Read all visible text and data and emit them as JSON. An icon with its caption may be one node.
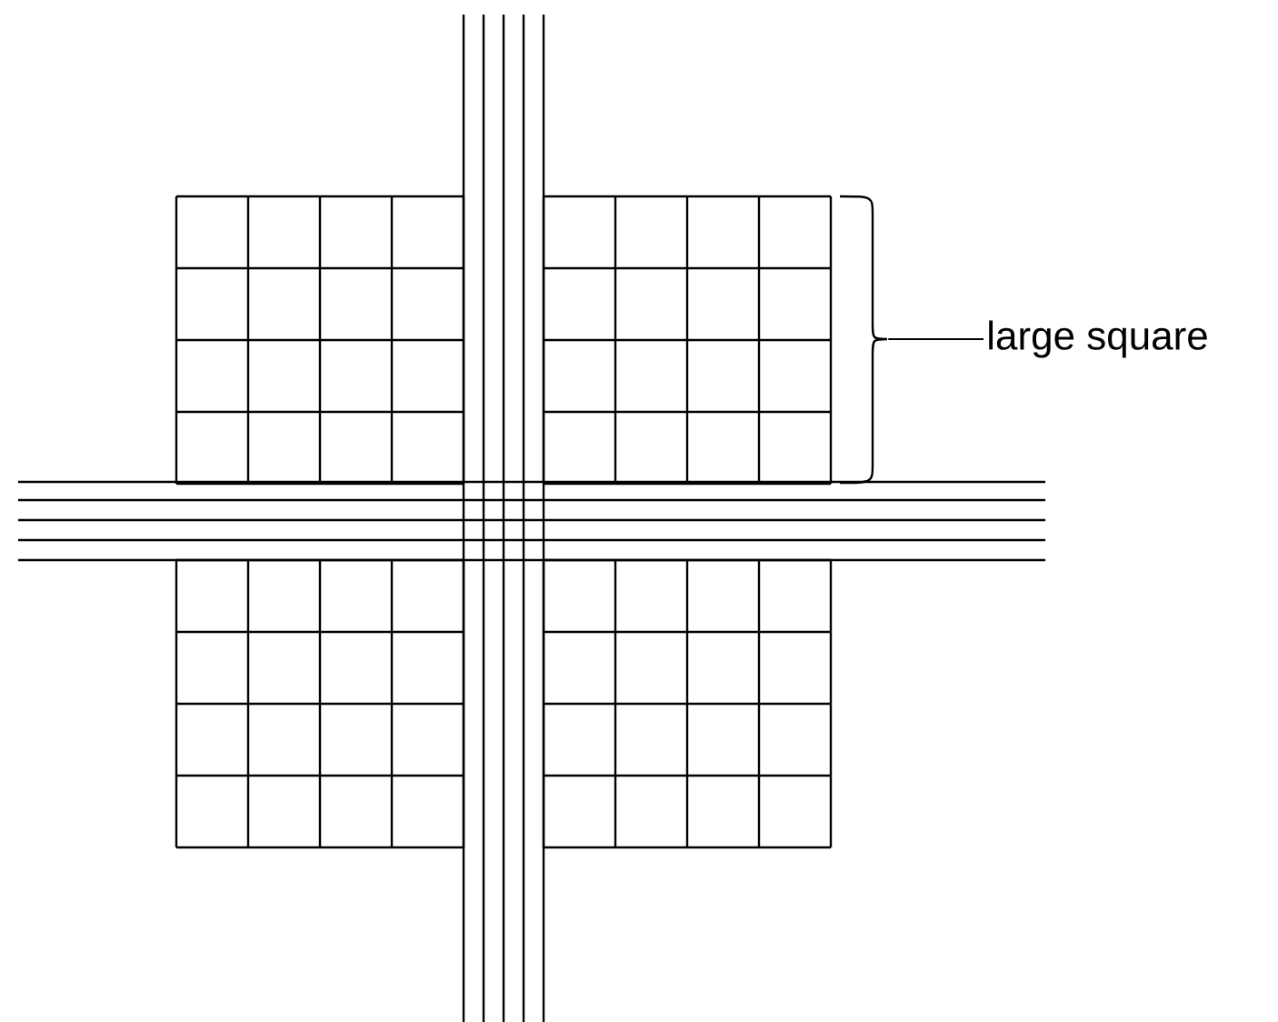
{
  "diagram": {
    "nodes": [
      {
        "text": [
          "large square"
        ]
      },
      {
        "text": [],
        "shape": "bracket"
      }
    ],
    "edges": [
      {
        "from": 0,
        "to": 1,
        "arrow": "none"
      }
    ]
  }
}
